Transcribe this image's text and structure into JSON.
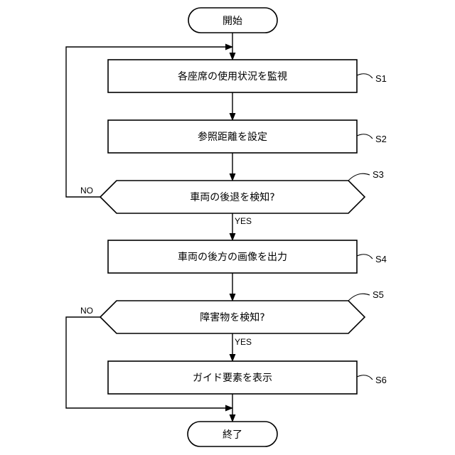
{
  "nodes": {
    "start": "開始",
    "s1": "各座席の使用状況を監視",
    "s2": "参照距離を設定",
    "s3": "車両の後退を検知?",
    "s4": "車両の後方の画像を出力",
    "s5": "障害物を検知?",
    "s6": "ガイド要素を表示",
    "end": "終了"
  },
  "steps": {
    "s1": "S1",
    "s2": "S2",
    "s3": "S3",
    "s4": "S4",
    "s5": "S5",
    "s6": "S6"
  },
  "edges": {
    "s3_no": "NO",
    "s3_yes": "YES",
    "s5_no": "NO",
    "s5_yes": "YES"
  }
}
